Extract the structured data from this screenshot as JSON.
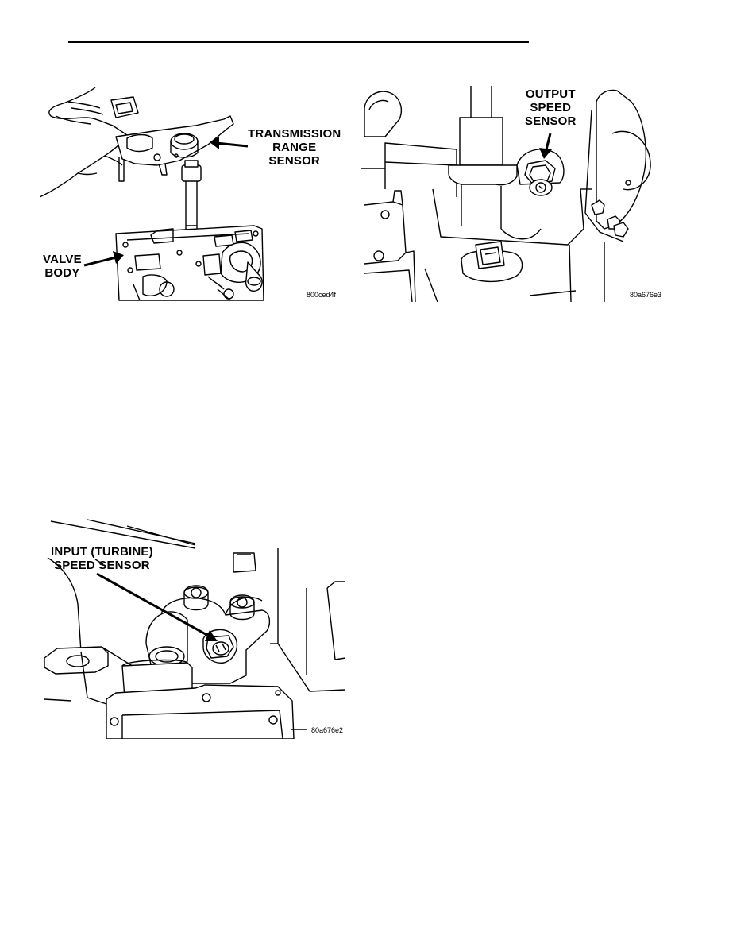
{
  "figures": [
    {
      "id": "fig1",
      "labels": {
        "sensor": [
          "TRANSMISSION",
          "RANGE",
          "SENSOR"
        ],
        "valve": [
          "VALVE",
          "BODY"
        ]
      },
      "code": "800ced4f"
    },
    {
      "id": "fig2",
      "labels": {
        "sensor": [
          "OUTPUT",
          "SPEED",
          "SENSOR"
        ]
      },
      "code": "80a676e3"
    },
    {
      "id": "fig3",
      "labels": {
        "sensor": [
          "INPUT (TURBINE)",
          "SPEED SENSOR"
        ]
      },
      "code": "80a676e2"
    }
  ]
}
